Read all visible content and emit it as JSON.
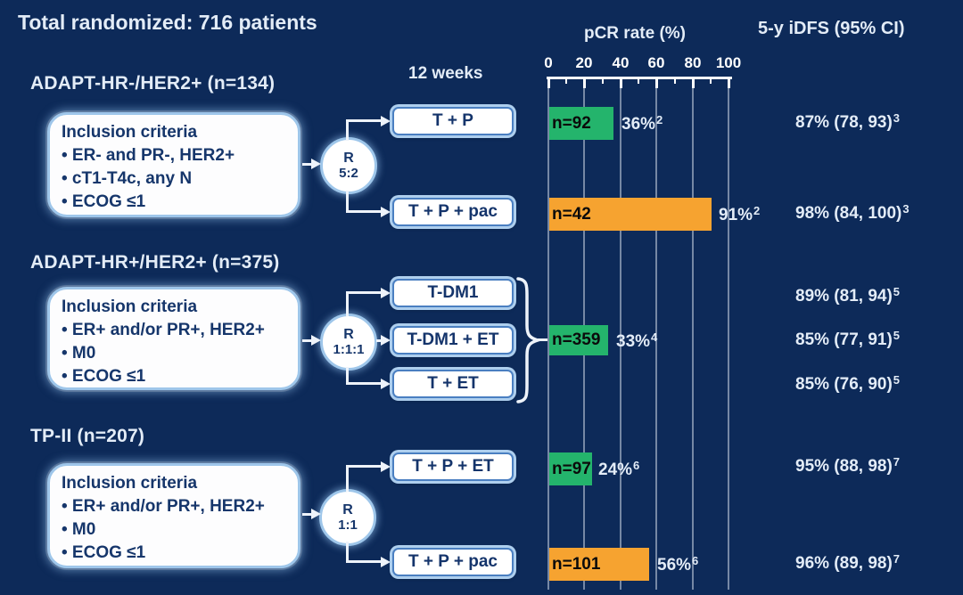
{
  "title": "Total randomized: 716 patients",
  "col_headers": {
    "timepoint": "12 weeks",
    "pcr": "pCR rate (%)",
    "idfs": "5-y iDFS (95% CI)"
  },
  "axis": {
    "tick_labels": [
      "0",
      "20",
      "40",
      "60",
      "80",
      "100"
    ]
  },
  "colors": {
    "background": "#0d2a59",
    "green_bar": "#24b46c",
    "orange_bar": "#f6a330",
    "light_text": "#e3ecf7",
    "navy_text": "#16366b"
  },
  "sections": [
    {
      "header": "ADAPT-HR-/HER2+ (n=134)",
      "inclusion_heading": "Inclusion criteria",
      "bullets": [
        "• ER- and PR-, HER2+",
        "• cT1-T4c, any N",
        "• ECOG ≤1"
      ],
      "r_label": "R",
      "r_ratio": "5:2",
      "arms": [
        "T + P",
        "T + P + pac"
      ],
      "bars": [
        {
          "n": "n=92",
          "pct": "36%",
          "sup": "2"
        },
        {
          "n": "n=42",
          "pct": "91%",
          "sup": "2"
        }
      ],
      "idfs": [
        {
          "value": "87% (78, 93)",
          "sup": "3"
        },
        {
          "value": "98% (84, 100)",
          "sup": "3"
        }
      ]
    },
    {
      "header": "ADAPT-HR+/HER2+ (n=375)",
      "inclusion_heading": "Inclusion criteria",
      "bullets": [
        "• ER+ and/or PR+, HER2+",
        "• M0",
        "• ECOG ≤1"
      ],
      "r_label": "R",
      "r_ratio": "1:1:1",
      "arms": [
        "T-DM1",
        "T-DM1 + ET",
        "T + ET"
      ],
      "bars": [
        {
          "n": "n=359",
          "pct": "33%",
          "sup": "4"
        }
      ],
      "idfs": [
        {
          "value": "89% (81, 94)",
          "sup": "5"
        },
        {
          "value": "85% (77, 91)",
          "sup": "5"
        },
        {
          "value": "85% (76, 90)",
          "sup": "5"
        }
      ]
    },
    {
      "header": "TP-II (n=207)",
      "inclusion_heading": "Inclusion criteria",
      "bullets": [
        "• ER+ and/or PR+, HER2+",
        "• M0",
        "• ECOG ≤1"
      ],
      "r_label": "R",
      "r_ratio": "1:1",
      "arms": [
        "T + P + ET",
        "T + P + pac"
      ],
      "bars": [
        {
          "n": "n=97",
          "pct": "24%",
          "sup": "6"
        },
        {
          "n": "n=101",
          "pct": "56%",
          "sup": "6"
        }
      ],
      "idfs": [
        {
          "value": "95% (88, 98)",
          "sup": "7"
        },
        {
          "value": "96% (89, 98)",
          "sup": "7"
        }
      ]
    }
  ],
  "chart_data": {
    "type": "bar",
    "orientation": "horizontal",
    "title": "pCR rate (%)",
    "xlabel": "pCR rate (%)",
    "xlim": [
      0,
      100
    ],
    "x_ticks": [
      0,
      20,
      40,
      60,
      80,
      100
    ],
    "grid": true,
    "bars": [
      {
        "trial": "ADAPT-HR-/HER2+ (n=134)",
        "arm": "T + P",
        "n": 92,
        "pcr_pct": 36,
        "footnote": "2",
        "color": "green",
        "idfs_5y": "87% (78, 93)",
        "idfs_footnote": "3"
      },
      {
        "trial": "ADAPT-HR-/HER2+ (n=134)",
        "arm": "T + P + pac",
        "n": 42,
        "pcr_pct": 91,
        "footnote": "2",
        "color": "orange",
        "idfs_5y": "98% (84, 100)",
        "idfs_footnote": "3"
      },
      {
        "trial": "ADAPT-HR+/HER2+ (n=375)",
        "arm": "T-DM1 / T-DM1 + ET / T + ET (pooled)",
        "n": 359,
        "pcr_pct": 33,
        "footnote": "4",
        "color": "green",
        "idfs_5y": [
          "89% (81, 94)",
          "85% (77, 91)",
          "85% (76, 90)"
        ],
        "idfs_footnote": "5"
      },
      {
        "trial": "TP-II (n=207)",
        "arm": "T + P + ET",
        "n": 97,
        "pcr_pct": 24,
        "footnote": "6",
        "color": "green",
        "idfs_5y": "95% (88, 98)",
        "idfs_footnote": "7"
      },
      {
        "trial": "TP-II (n=207)",
        "arm": "T + P + pac",
        "n": 101,
        "pcr_pct": 56,
        "footnote": "6",
        "color": "orange",
        "idfs_5y": "96% (89, 98)",
        "idfs_footnote": "7"
      }
    ]
  }
}
